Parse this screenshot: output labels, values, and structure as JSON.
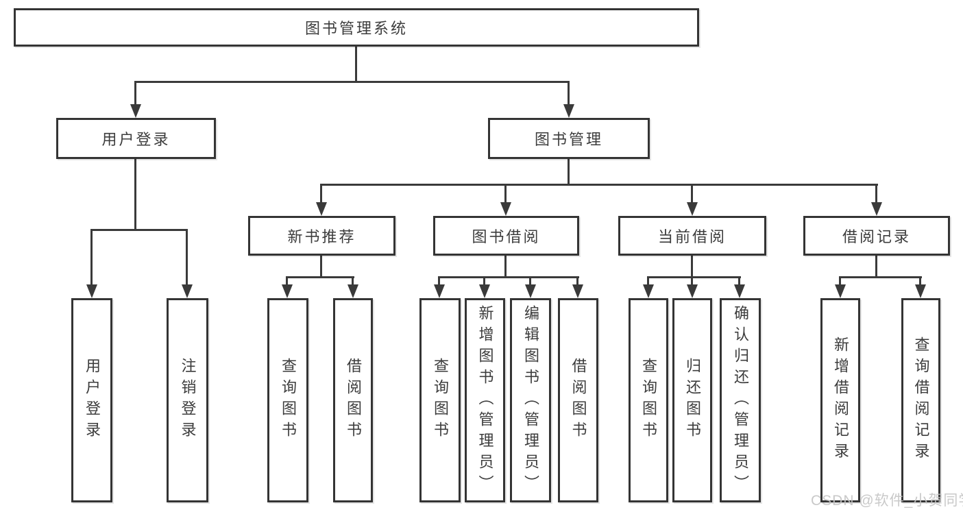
{
  "title": "图书管理系统",
  "watermark": "CSDN @软件_小贺同学",
  "colors": {
    "line": "#3a3a3a",
    "box_border": "#343434",
    "text": "#3c3c3c",
    "background": "#ffffff",
    "watermark": "#c4c4c4"
  },
  "tree": {
    "label": "图书管理系统",
    "children": [
      {
        "label": "用户登录",
        "children": [
          {
            "label": "用户登录"
          },
          {
            "label": "注销登录"
          }
        ]
      },
      {
        "label": "图书管理",
        "children": [
          {
            "label": "新书推荐",
            "children": [
              {
                "label": "查询图书"
              },
              {
                "label": "借阅图书"
              }
            ]
          },
          {
            "label": "图书借阅",
            "children": [
              {
                "label": "查询图书"
              },
              {
                "label": "新增图书（管理员）"
              },
              {
                "label": "编辑图书（管理员）"
              },
              {
                "label": "借阅图书"
              }
            ]
          },
          {
            "label": "当前借阅",
            "children": [
              {
                "label": "查询图书"
              },
              {
                "label": "归还图书"
              },
              {
                "label": "确认归还（管理员）"
              }
            ]
          },
          {
            "label": "借阅记录",
            "children": [
              {
                "label": "新增借阅记录"
              },
              {
                "label": "查询借阅记录"
              }
            ]
          }
        ]
      }
    ]
  }
}
